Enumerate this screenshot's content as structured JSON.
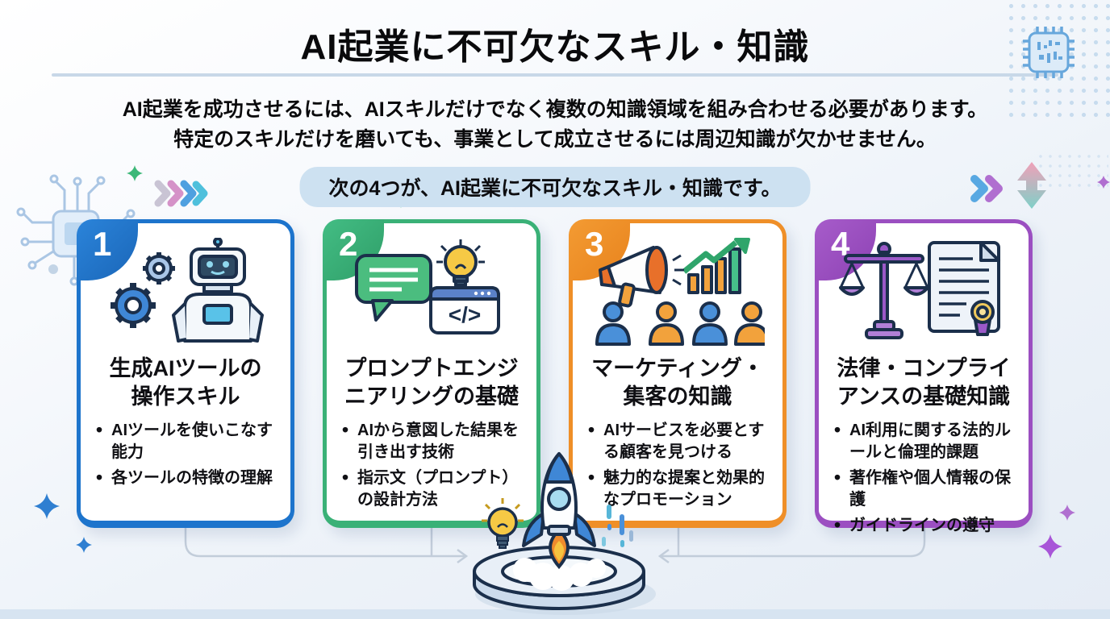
{
  "page": {
    "title": "AI起業に不可欠なスキル・知識",
    "intro_line1": "AI起業を成功させるには、AIスキルだけでなく複数の知識領域を組み合わせる必要があります。",
    "intro_line2": "特定のスキルだけを磨いても、事業として成立させるには周辺知識が欠かせません。",
    "lead_pill": "次の4つが、AI起業に不可欠なスキル・知識です。"
  },
  "cards": [
    {
      "number": "1",
      "accent_color": "#1d74cc",
      "icon": "gears-and-robot-icon",
      "title_line1": "生成AIツールの",
      "title_line2": "操作スキル",
      "bullets": [
        "AIツールを使いこなす能力",
        "各ツールの特徴の理解"
      ]
    },
    {
      "number": "2",
      "accent_color": "#3ab177",
      "icon": "chat-lightbulb-code-icon",
      "title_line1": "プロンプトエンジ",
      "title_line2": "ニアリングの基礎",
      "bullets": [
        "AIから意図した結果を引き出す技術",
        "指示文（プロンプト）の設計方法"
      ]
    },
    {
      "number": "3",
      "accent_color": "#ef8f28",
      "icon": "megaphone-growth-audience-icon",
      "title_line1": "マーケティング・",
      "title_line2": "集客の知識",
      "bullets": [
        "AIサービスを必要とする顧客を見つける",
        "魅力的な提案と効果的なプロモーション"
      ]
    },
    {
      "number": "4",
      "accent_color": "#9b4fc1",
      "icon": "scales-and-document-icon",
      "title_line1": "法律・コンプライ",
      "title_line2": "アンスの基礎知識",
      "bullets": [
        "AI利用に関する法的ルールと倫理的課題",
        "著作権や個人情報の保護",
        "ガイドラインの遵守"
      ]
    }
  ],
  "decor": {
    "icons": [
      "cpu-chip-icon",
      "circuit-board-icon",
      "rocket-launch-icon",
      "lightbulb-icon",
      "sparkle-icon",
      "chevrons-icon",
      "up-down-arrow-icon"
    ],
    "colors": {
      "pill_bg": "#cde1f1",
      "title_rule": "#c8d8e8",
      "connector": "#c2cdda",
      "sparkle_blue": "#2f7fd1",
      "sparkle_green": "#3cb878",
      "sparkle_purple": "#a855d8",
      "bottom_strip": "#d7e4f1"
    }
  }
}
